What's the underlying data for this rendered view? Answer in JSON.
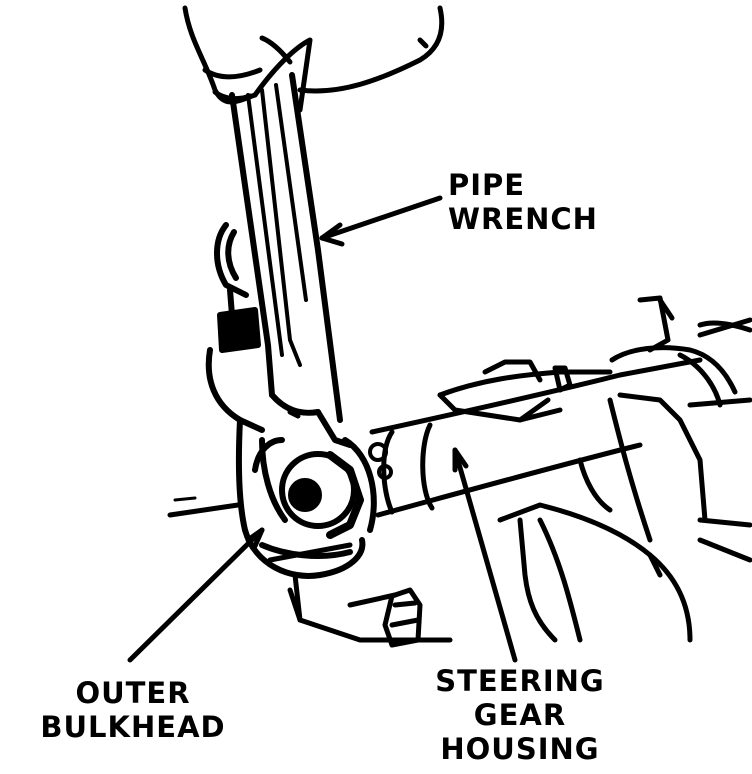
{
  "colors": {
    "ink": "#000000",
    "paper": "#ffffff"
  },
  "labels": {
    "pipe_wrench": [
      "PIPE",
      "WRENCH"
    ],
    "outer_bulkhead": [
      "OUTER",
      "BULKHEAD"
    ],
    "steering_gear_housing": [
      "STEERING",
      "GEAR",
      "HOUSING"
    ]
  }
}
